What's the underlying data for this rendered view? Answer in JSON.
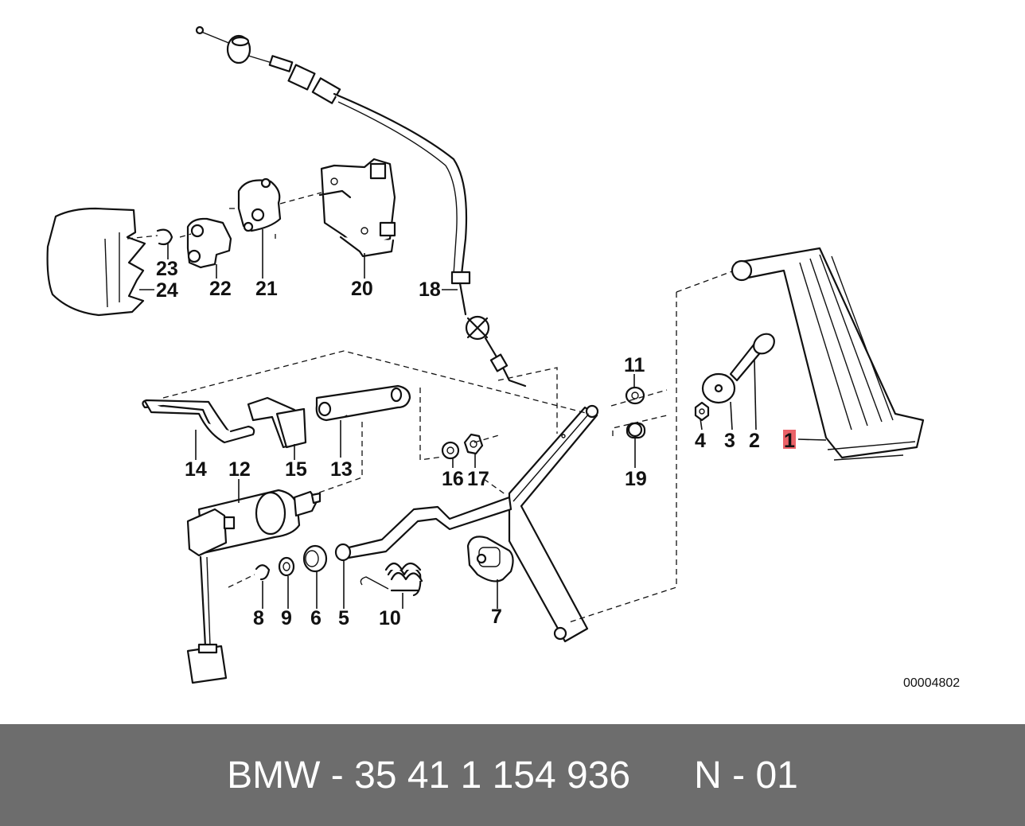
{
  "diagram": {
    "reference_code": "00004802",
    "callouts": [
      "1",
      "2",
      "3",
      "4",
      "5",
      "6",
      "7",
      "8",
      "9",
      "10",
      "11",
      "12",
      "13",
      "14",
      "15",
      "16",
      "17",
      "18",
      "19",
      "20",
      "21",
      "22",
      "23",
      "24"
    ],
    "highlighted_callout": "1",
    "colors": {
      "highlight": "#e8474d",
      "footer_bg": "#6d6d6d",
      "footer_text": "#ffffff",
      "line": "#111111"
    }
  },
  "footer": {
    "part_text": "BMW - 35 41 1 154 936",
    "position_text": "N - 01"
  }
}
